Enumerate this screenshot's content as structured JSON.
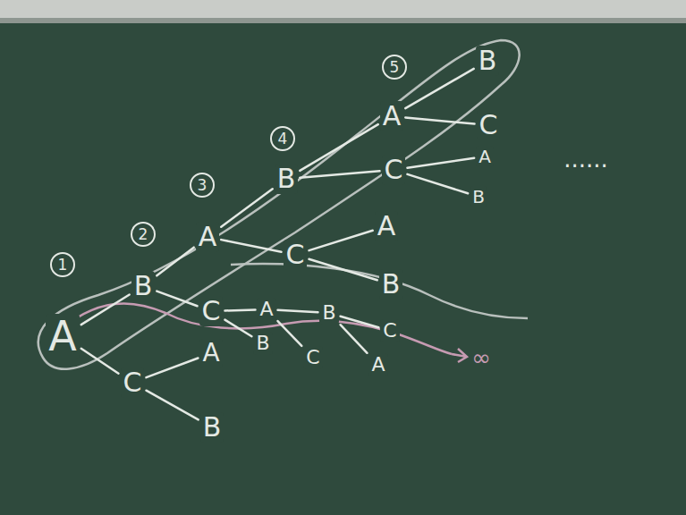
{
  "diagram": {
    "nodes": [
      {
        "text": [
          "A"
        ]
      },
      {
        "text": [
          "B"
        ]
      },
      {
        "text": [
          "C"
        ]
      },
      {
        "text": [
          "A"
        ]
      },
      {
        "text": [
          "B"
        ]
      },
      {
        "text": [
          "A"
        ]
      },
      {
        "text": [
          "C"
        ]
      },
      {
        "text": [
          "A"
        ]
      },
      {
        "text": [
          "B"
        ]
      },
      {
        "text": [
          "B"
        ]
      },
      {
        "text": [
          "C"
        ]
      },
      {
        "text": [
          "C"
        ]
      },
      {
        "text": [
          "A"
        ]
      },
      {
        "text": [
          "B"
        ]
      },
      {
        "text": [
          "C"
        ]
      },
      {
        "text": [
          "A"
        ]
      },
      {
        "text": [
          "B"
        ]
      },
      {
        "text": [
          "A"
        ]
      },
      {
        "text": [
          "C"
        ]
      },
      {
        "text": [
          "A"
        ]
      },
      {
        "text": [
          "B"
        ]
      },
      {
        "text": [
          "B"
        ]
      },
      {
        "text": [
          "C"
        ]
      }
    ],
    "edges": [
      {
        "from": 0,
        "to": 1,
        "arrow": "none"
      },
      {
        "from": 0,
        "to": 2,
        "arrow": "none"
      },
      {
        "from": 2,
        "to": 3,
        "arrow": "none"
      },
      {
        "from": 2,
        "to": 4,
        "arrow": "none"
      },
      {
        "from": 1,
        "to": 5,
        "arrow": "none"
      },
      {
        "from": 1,
        "to": 6,
        "arrow": "none"
      },
      {
        "from": 6,
        "to": 7,
        "arrow": "none"
      },
      {
        "from": 6,
        "to": 8,
        "arrow": "none"
      },
      {
        "from": 7,
        "to": 9,
        "arrow": "none"
      },
      {
        "from": 7,
        "to": 10,
        "arrow": "none"
      },
      {
        "from": 9,
        "to": 11,
        "arrow": "none"
      },
      {
        "from": 9,
        "to": 12,
        "arrow": "none"
      },
      {
        "from": 5,
        "to": 13,
        "arrow": "none"
      },
      {
        "from": 5,
        "to": 14,
        "arrow": "none"
      },
      {
        "from": 14,
        "to": 15,
        "arrow": "none"
      },
      {
        "from": 14,
        "to": 16,
        "arrow": "none"
      },
      {
        "from": 13,
        "to": 17,
        "arrow": "none"
      },
      {
        "from": 13,
        "to": 18,
        "arrow": "none"
      },
      {
        "from": 18,
        "to": 19,
        "arrow": "none"
      },
      {
        "from": 18,
        "to": 20,
        "arrow": "none"
      },
      {
        "from": 17,
        "to": 21,
        "arrow": "none"
      },
      {
        "from": 17,
        "to": 22,
        "arrow": "none"
      }
    ],
    "labels": [
      "1",
      "2",
      "3",
      "4",
      "5",
      "∞",
      "......"
    ]
  }
}
